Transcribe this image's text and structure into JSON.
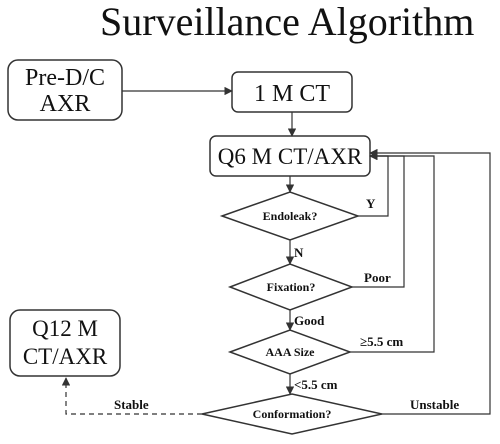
{
  "title": "Surveillance Algorithm",
  "boxes": {
    "predc": {
      "line1": "Pre-D/C",
      "line2": "AXR"
    },
    "onem": {
      "label": "1 M CT"
    },
    "q6m": {
      "label": "Q6 M CT/AXR"
    },
    "q12m": {
      "line1": "Q12 M",
      "line2": "CT/AXR"
    }
  },
  "decisions": {
    "endoleak": "Endoleak?",
    "fixation": "Fixation?",
    "aaa": "AAA Size",
    "conformation": "Conformation?"
  },
  "edge_labels": {
    "y": "Y",
    "n": "N",
    "poor": "Poor",
    "good": "Good",
    "ge55": "≥5.5 cm",
    "lt55": "<5.5 cm",
    "stable": "Stable",
    "unstable": "Unstable"
  },
  "colors": {
    "line": "#333333",
    "text": "#111111",
    "background": "#ffffff"
  }
}
